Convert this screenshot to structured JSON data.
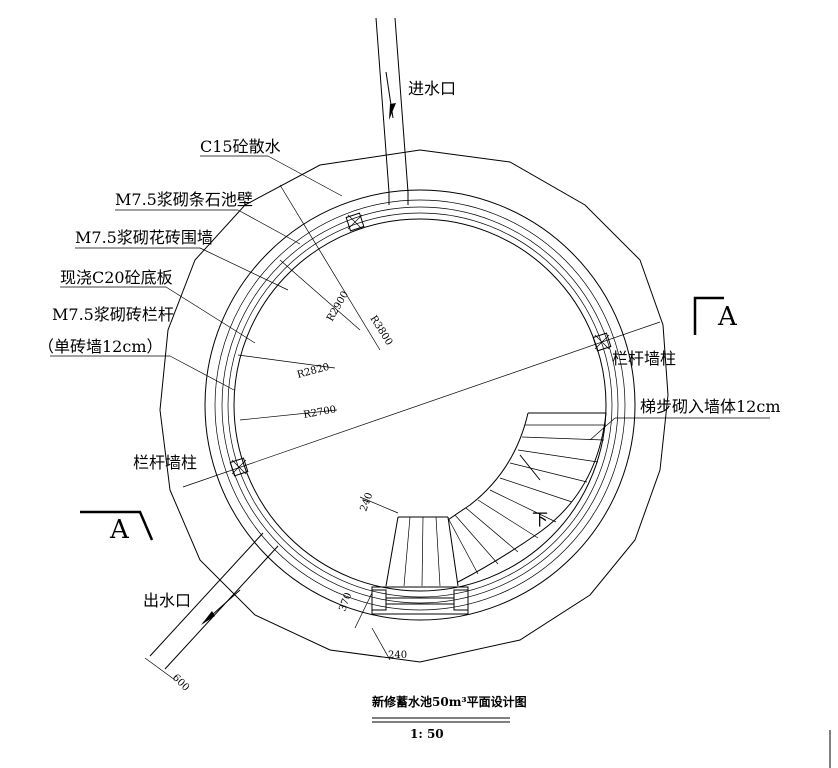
{
  "labels": {
    "inlet": "进水口",
    "apron": "C15砼散水",
    "stone_wall": "M7.5浆砌条石池壁",
    "lattice_wall": "M7.5浆砌花砖围墙",
    "floor_slab": "现浇C20砼底板",
    "railing_line1": "M7.5浆砌砖栏杆",
    "railing_line2": "（单砖墙12cm）",
    "post_right": "栏杆墙柱",
    "post_left": "栏杆墙柱",
    "stairs_note": "梯步砌入墙体12cm",
    "outlet": "出水口",
    "down_mark": "下"
  },
  "dimensions": {
    "r3800": "R3800",
    "r2900": "R2900",
    "r2820": "R2820",
    "r2700": "R2700",
    "d240_top": "240",
    "d370": "370",
    "d240_bottom": "240",
    "d600": "600"
  },
  "section_marks": {
    "right": "A",
    "left": "A"
  },
  "title": {
    "main": "新修蓄水池50m³平面设计图",
    "scale": "1: 50"
  }
}
